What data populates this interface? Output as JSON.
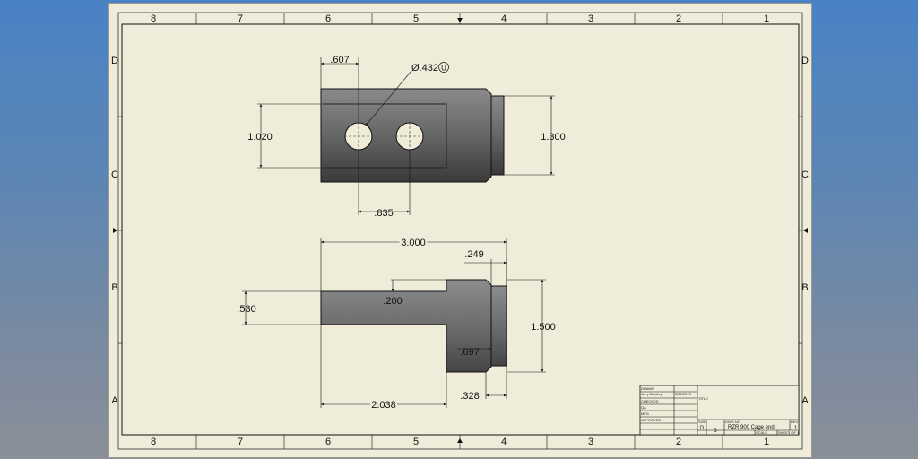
{
  "sheet": {
    "zones_columns": [
      "8",
      "7",
      "6",
      "5",
      "4",
      "3",
      "2",
      "1"
    ],
    "zones_rows": [
      "D",
      "C",
      "B",
      "A"
    ]
  },
  "top_view": {
    "dim_hole_offset": ".607",
    "dim_hole_diameter": "Ø.432",
    "dim_hole_diameter_symbol": "U",
    "dim_height_left": "1.020",
    "dim_height_right": "1.300",
    "dim_hole_spacing": ".835"
  },
  "front_view": {
    "dim_overall_length": "3.000",
    "dim_shoulder_width": ".249",
    "dim_step": ".200",
    "dim_arm_thickness": ".530",
    "dim_body_height": "1.500",
    "dim_neck": ".697",
    "dim_flange": ".328",
    "dim_arm_length": "2.038"
  },
  "title_block": {
    "drawn_label": "DRAWN",
    "drawn_by": "Jerry Bentley",
    "drawn_date": "5/20/2015",
    "checked_label": "CHECKED",
    "qa_label": "QA",
    "mfg_label": "MFG",
    "approved_label": "APPROVED",
    "title_label": "TITLE",
    "size_label": "SIZE",
    "size_value": "D",
    "dwg_no_label": "DWG NO",
    "dwg_title": "RZR 900 Cage end",
    "rev_label": "REV",
    "scale_label": "SCALE",
    "sheet_label": "SHEET",
    "sheet_value": "1 OF 1",
    "rev_value": "1",
    "small_mark": "3"
  }
}
